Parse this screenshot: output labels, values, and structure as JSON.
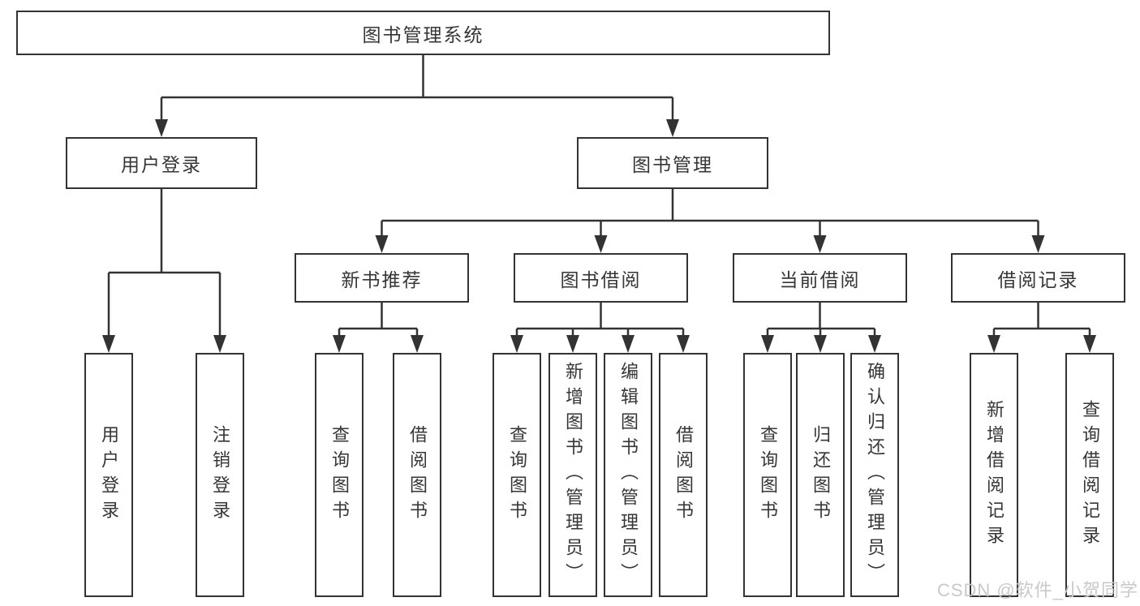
{
  "colors": {
    "line": "#333333",
    "box_border": "#333333",
    "text": "#363636",
    "background": "#ffffff",
    "watermark": "#c9c9c9"
  },
  "watermark": {
    "text": "CSDN @软件_小贺同学"
  },
  "tree": {
    "label": "图书管理系统",
    "children": [
      {
        "label": "用户登录",
        "children": [
          {
            "label": "用户登录"
          },
          {
            "label": "注销登录"
          }
        ]
      },
      {
        "label": "图书管理",
        "children": [
          {
            "label": "新书推荐",
            "children": [
              {
                "label": "查询图书"
              },
              {
                "label": "借阅图书"
              }
            ]
          },
          {
            "label": "图书借阅",
            "children": [
              {
                "label": "查询图书"
              },
              {
                "label": "新增图书（管理员）"
              },
              {
                "label": "编辑图书（管理员）"
              },
              {
                "label": "借阅图书"
              }
            ]
          },
          {
            "label": "当前借阅",
            "children": [
              {
                "label": "查询图书"
              },
              {
                "label": "归还图书"
              },
              {
                "label": "确认归还（管理员）"
              }
            ]
          },
          {
            "label": "借阅记录",
            "children": [
              {
                "label": "新增借阅记录"
              },
              {
                "label": "查询借阅记录"
              }
            ]
          }
        ]
      }
    ]
  }
}
